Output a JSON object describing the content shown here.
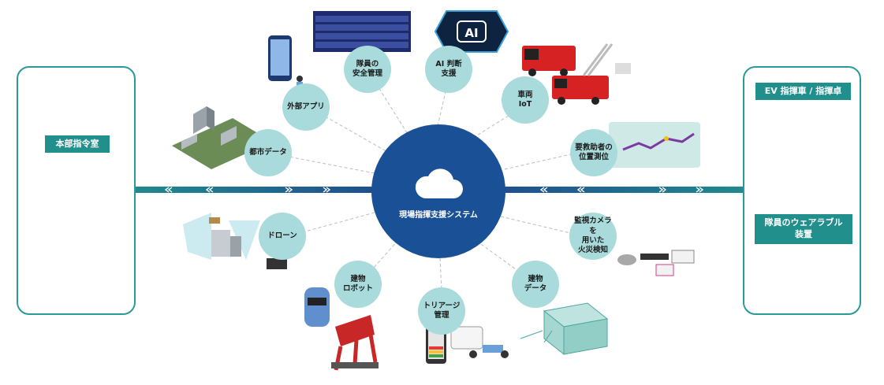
{
  "hub": {
    "label": "現場指揮支援システム"
  },
  "left_panel": {
    "title": "本部指令室"
  },
  "right_panel": {
    "top_title": "EV 指揮車 / 指揮卓",
    "bottom_title": "隊員のウェアラブル\n装置"
  },
  "nodes": [
    {
      "id": "safety",
      "label": "隊員の\n安全管理"
    },
    {
      "id": "ai",
      "label": "AI 判断\n支援"
    },
    {
      "id": "vehicle",
      "label": "車両\nIoT"
    },
    {
      "id": "app",
      "label": "外部アプリ"
    },
    {
      "id": "city",
      "label": "都市データ"
    },
    {
      "id": "rescue",
      "label": "要救助者の\n位置測位"
    },
    {
      "id": "drone",
      "label": "ドローン"
    },
    {
      "id": "camera",
      "label": "監視カメラを\n用いた\n火災検知"
    },
    {
      "id": "robot",
      "label": "建物\nロボット"
    },
    {
      "id": "building",
      "label": "建物\nデータ"
    },
    {
      "id": "triage",
      "label": "トリアージ\n管理"
    }
  ],
  "ai_badge": "AI",
  "colors": {
    "hub": "#1a5196",
    "node": "#a9dbdc",
    "teal": "#21908c",
    "bar": "#2a8a96"
  }
}
